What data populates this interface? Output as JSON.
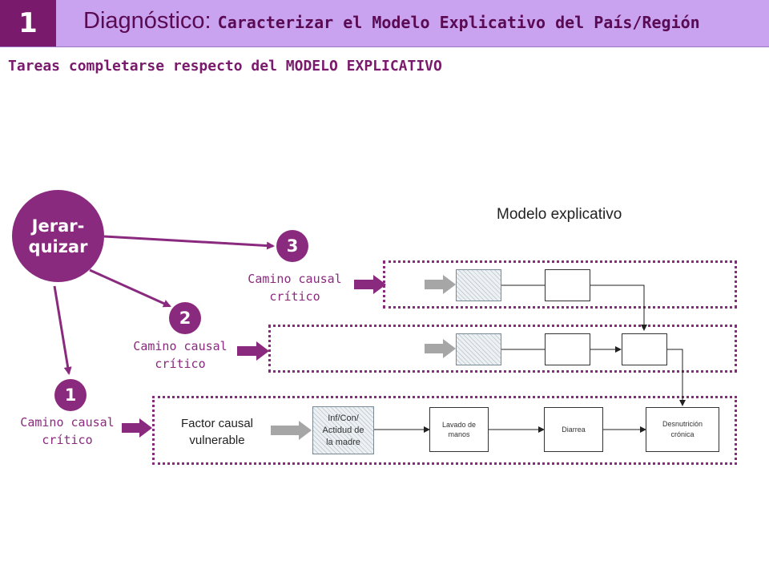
{
  "header": {
    "badge": "1",
    "title_main": "Diagnóstico:",
    "title_sub": "Caracterizar el Modelo Explicativo del País/Región"
  },
  "subtitle": "Tareas completarse respecto del MODELO EXPLICATIVO",
  "model_title": "Modelo explicativo",
  "hierarchy": {
    "line1": "Jerar-",
    "line2": "quizar"
  },
  "paths": [
    {
      "number": "1",
      "line1": "Camino causal",
      "line2": "crítico"
    },
    {
      "number": "2",
      "line1": "Camino causal",
      "line2": "crítico"
    },
    {
      "number": "3",
      "line1": "Camino causal",
      "line2": "crítico"
    }
  ],
  "factor": {
    "line1": "Factor causal",
    "line2": "vulnerable"
  },
  "chain": {
    "inf": {
      "line1": "Inf/Con/",
      "line2": "Actidud de",
      "line3": "la madre"
    },
    "lavado": {
      "line1": "Lavado de",
      "line2": "manos"
    },
    "diarrea": "Diarrea",
    "desnutricion": {
      "line1": "Desnutrición",
      "line2": "crónica"
    }
  },
  "colors": {
    "header_bg": "#c9a3ef",
    "accent": "#8a2a7e",
    "badge_bg": "#7a1a6c",
    "gray_arrow": "#a6a6a6"
  }
}
